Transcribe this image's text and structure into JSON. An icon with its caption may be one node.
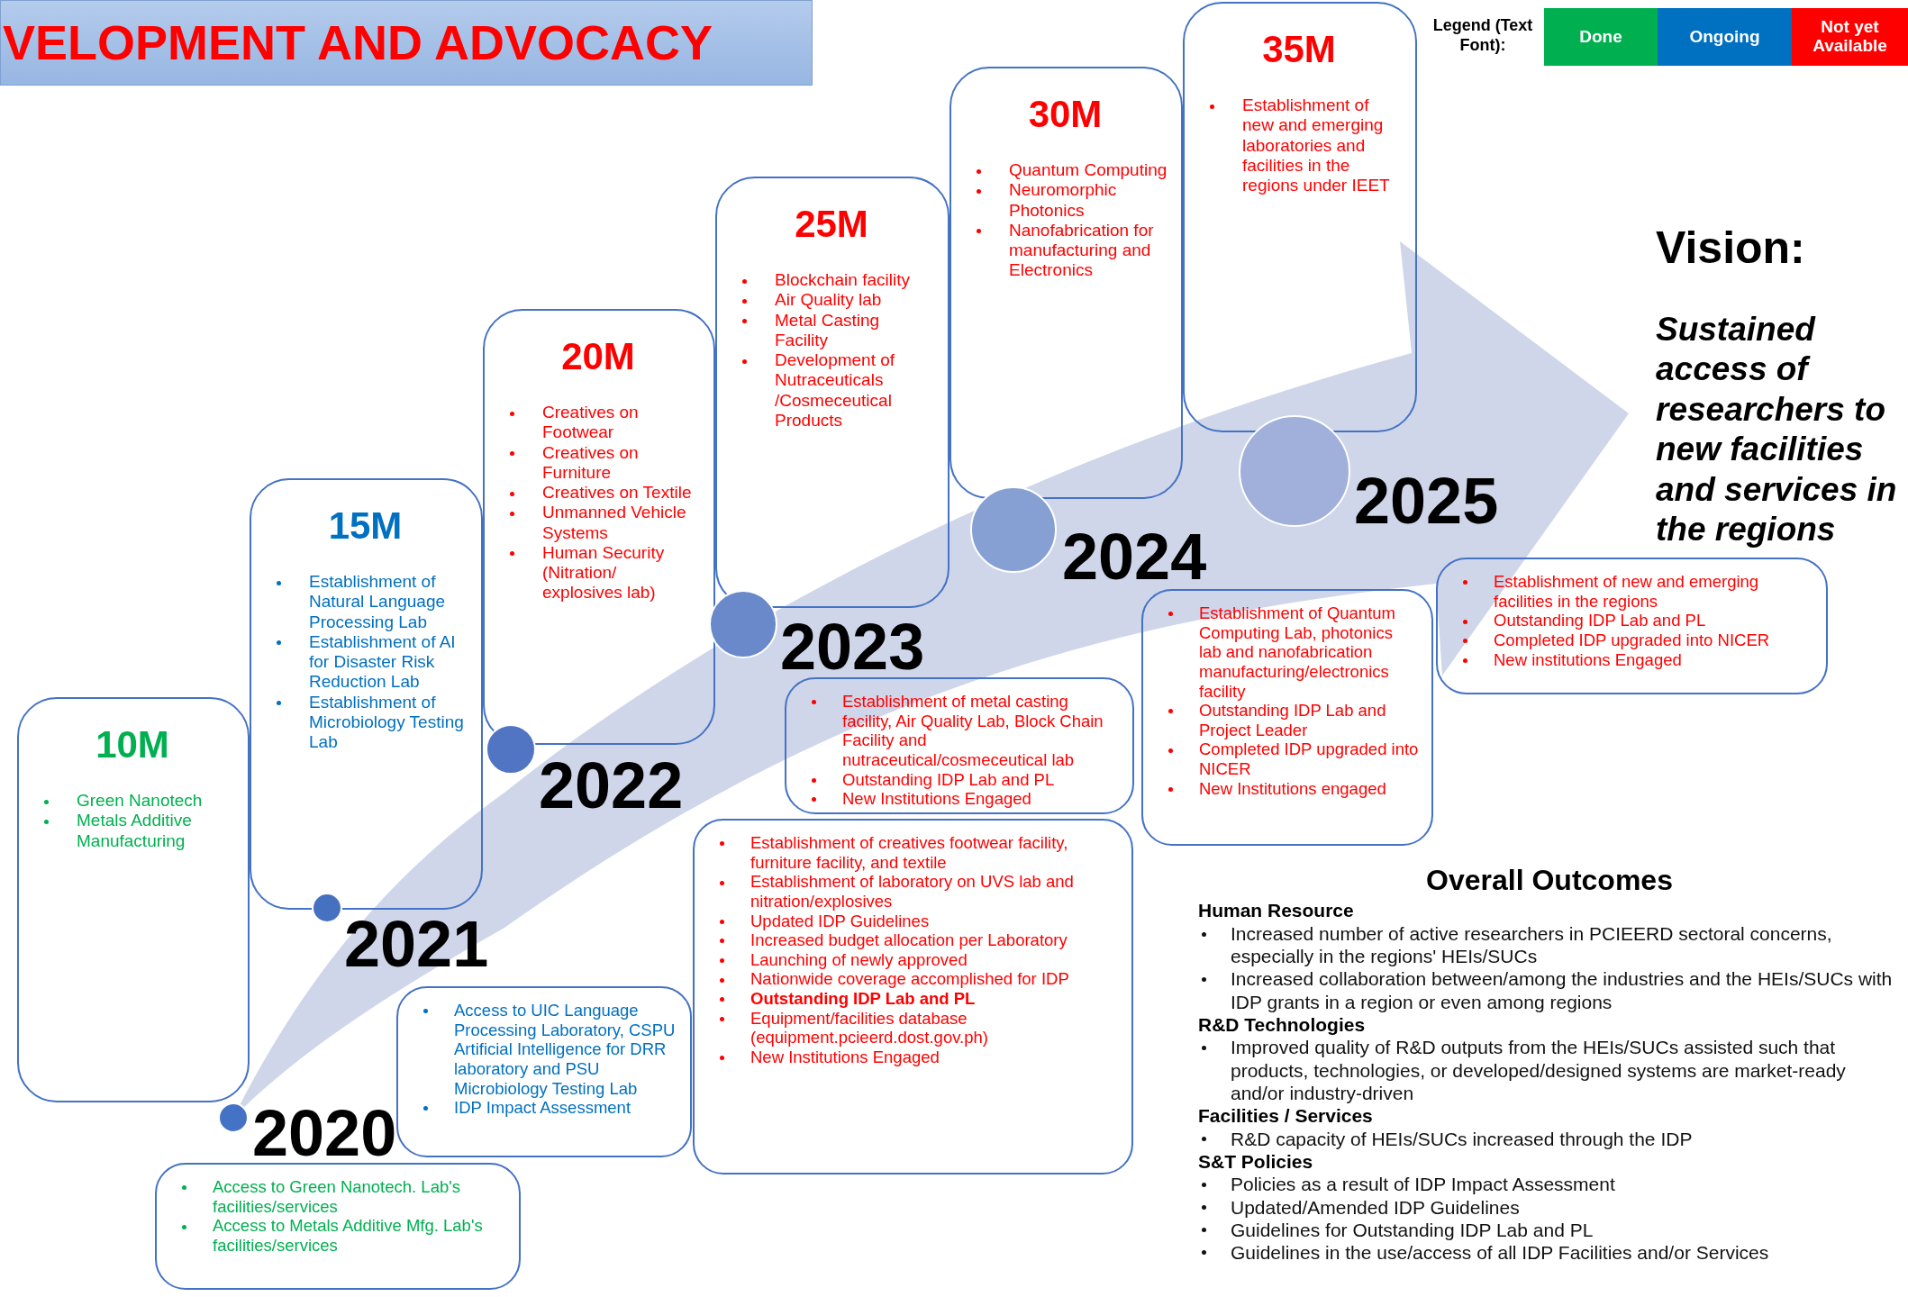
{
  "diagram": {
    "title": "VELOPMENT AND ADVOCACY",
    "nodes": [
      {
        "text": [
          "10M",
          "Green Nanotech",
          "Metals Additive Manufacturing"
        ]
      },
      {
        "text": [],
        "shape": "circle",
        "beside": [
          "2020"
        ]
      },
      {
        "text": [
          "Access to Green Nanotech. Lab's facilities/services",
          "Access to Metals Additive Mfg. Lab's facilities/services"
        ]
      },
      {
        "text": [
          "15M",
          "Establishment of Natural Language Processing Lab",
          "Establishment of AI for Disaster Risk Reduction Lab",
          "Establishment of Microbiology Testing Lab"
        ]
      },
      {
        "text": [],
        "shape": "circle",
        "beside": [
          "2021"
        ]
      },
      {
        "text": [
          "Access to UIC Language Processing Laboratory, CSPU Artificial Intelligence for DRR laboratory and PSU Microbiology Testing Lab",
          "IDP Impact Assessment"
        ]
      },
      {
        "text": [
          "20M",
          "Creatives on Footwear",
          "Creatives on Furniture",
          "Creatives on Textile",
          "Unmanned Vehicle Systems",
          "Human Security (Nitration/ explosives lab)"
        ]
      },
      {
        "text": [],
        "shape": "circle",
        "beside": [
          "2022"
        ]
      },
      {
        "text": [
          "Establishment of creatives footwear facility, furniture facility, and textile",
          "Establishment of laboratory on UVS lab and nitration/explosives",
          "Updated IDP Guidelines",
          "Increased budget allocation per Laboratory",
          "Launching of newly approved",
          "Nationwide coverage accomplished for IDP",
          "Outstanding IDP Lab and PL",
          "Equipment/facilities database (equipment.pcieerd.dost.gov.ph)",
          "New Institutions Engaged"
        ]
      },
      {
        "text": [
          "25M",
          "Blockchain facility",
          "Air Quality lab",
          "Metal Casting Facility",
          "Development of Nutraceuticals /Cosmeceutical Products"
        ]
      },
      {
        "text": [],
        "shape": "circle",
        "beside": [
          "2023"
        ]
      },
      {
        "text": [
          "Establishment of metal casting facility, Air Quality Lab, Block Chain Facility and nutraceutical/cosmeceutical lab",
          "Outstanding IDP Lab and PL",
          "New Institutions Engaged"
        ]
      },
      {
        "text": [
          "30M",
          "Quantum Computing",
          "Neuromorphic Photonics",
          "Nanofabrication for manufacturing and Electronics"
        ]
      },
      {
        "text": [],
        "shape": "circle",
        "beside": [
          "2024"
        ]
      },
      {
        "text": [
          "Establishment of Quantum Computing Lab, photonics lab and nanofabrication manufacturing/electronics facility",
          "Outstanding IDP Lab and Project Leader",
          "Completed IDP upgraded into NICER",
          "New Institutions engaged"
        ]
      },
      {
        "text": [
          "35M",
          "Establishment of new and emerging laboratories and facilities in the regions under IEET"
        ]
      },
      {
        "text": [],
        "shape": "circle",
        "beside": [
          "2025"
        ]
      },
      {
        "text": [
          "Establishment of new and emerging facilities in the regions",
          "Outstanding IDP Lab and PL",
          "Completed IDP upgraded into NICER",
          "New institutions Engaged"
        ]
      }
    ],
    "labels": [
      "Legend (Text Font):",
      "Vision:",
      "Sustained access of researchers to new facilities and services in the regions",
      "Overall Outcomes",
      "Human Resource",
      "Increased number of active researchers in PCIEERD sectoral concerns, especially in the regions' HEIs/SUCs",
      "Increased collaboration between/among the industries and the HEIs/SUCs with IDP grants in a region or even among regions",
      "R&D Technologies",
      "Improved quality of R&D outputs from the HEIs/SUCs assisted such that products, technologies, or developed/designed systems are market-ready and/or industry-driven",
      "Facilities / Services",
      "R&D capacity of HEIs/SUCs increased through the IDP",
      "S&T Policies",
      "Policies as a result of IDP Impact Assessment",
      "Updated/Amended IDP Guidelines",
      "Guidelines for Outstanding IDP Lab and PL",
      "Guidelines in the use/access of all IDP Facilities and/or Services"
    ],
    "legend": [
      {
        "text": "Done",
        "color": "#00b050"
      },
      {
        "text": "Ongoing",
        "color": "#0070c0"
      },
      {
        "text": "Not yet Available",
        "color": "#ff0000"
      }
    ]
  }
}
